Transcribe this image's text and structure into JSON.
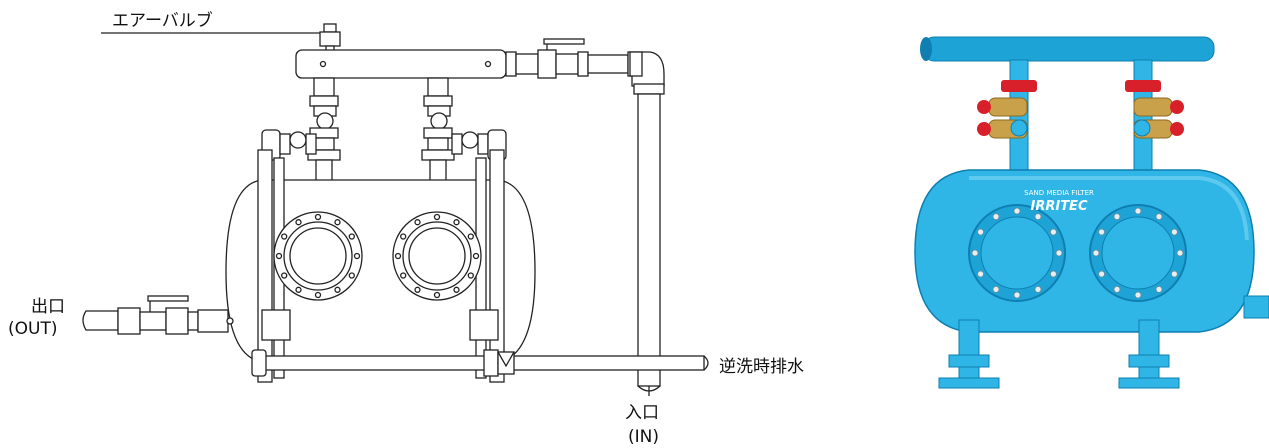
{
  "diagram": {
    "labels": {
      "air_valve": "エアーバルブ",
      "outlet_jp": "出口",
      "outlet_en": "(OUT)",
      "backwash_drain": "逆洗時排水",
      "inlet_jp": "入口",
      "inlet_en": "(IN)"
    }
  },
  "photo": {
    "brand_subtitle": "SAND MEDIA FILTER",
    "brand_name": "IRRITEC",
    "body_color": "#2fb6e6",
    "valve_handle_color": "#d8202a",
    "valve_body_color": "#c9a14a"
  }
}
